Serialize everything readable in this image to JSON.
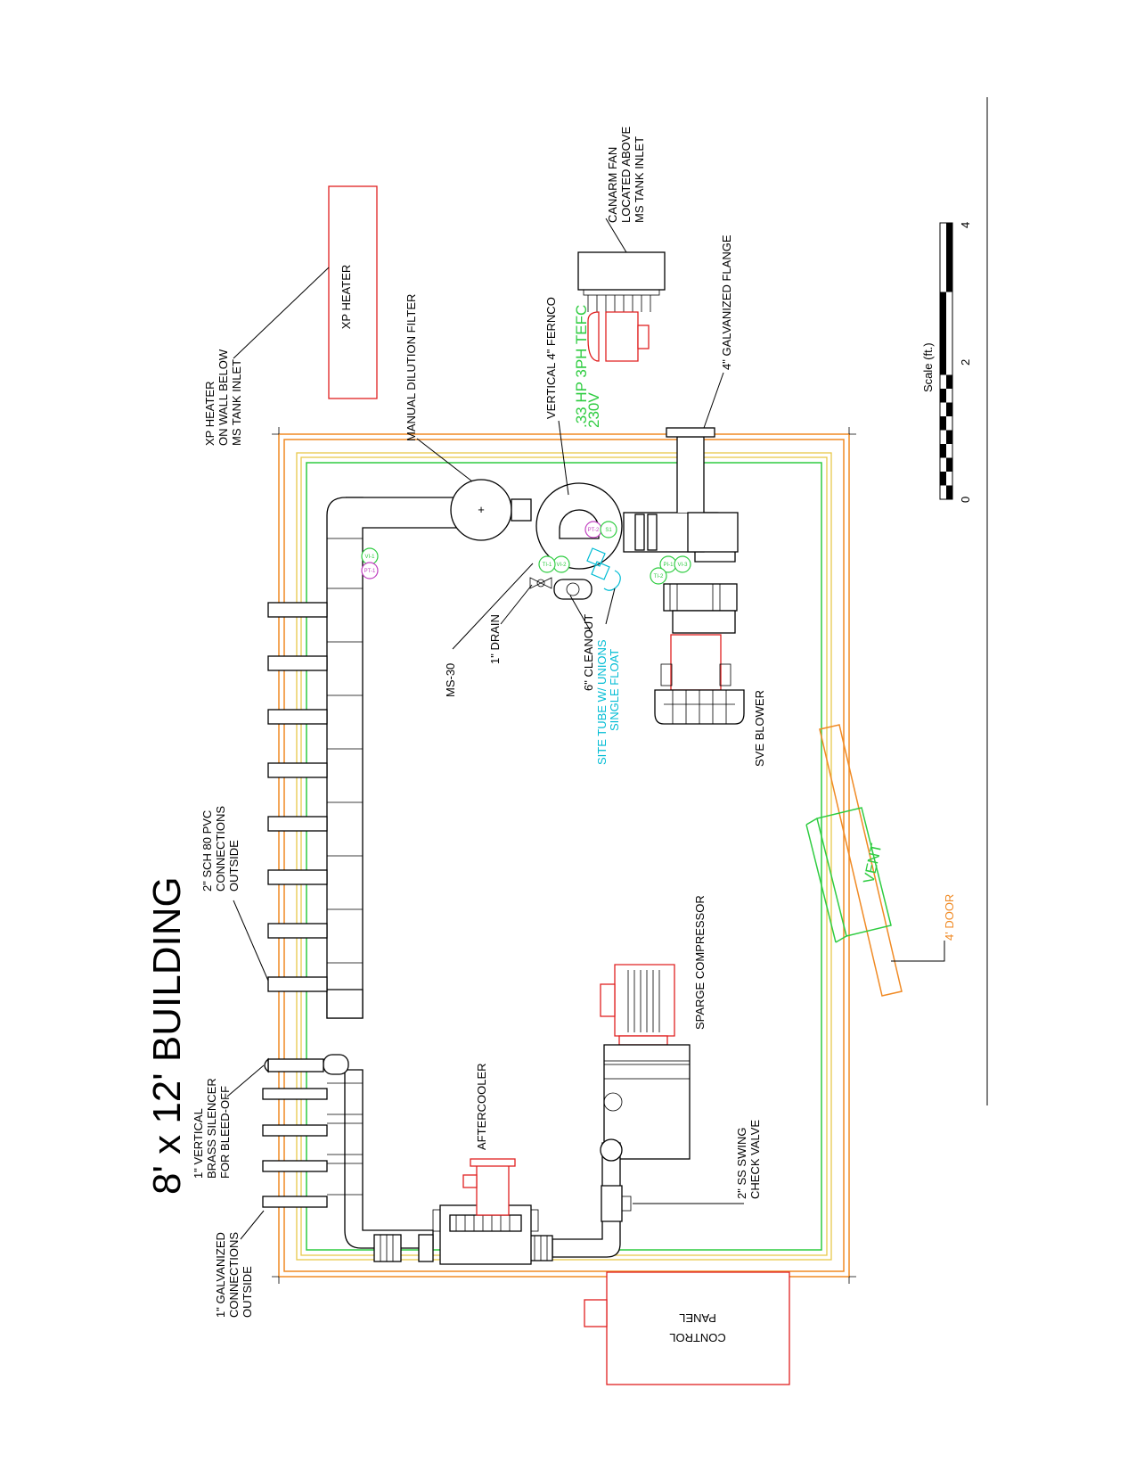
{
  "title": "8' x 12' BUILDING",
  "labels": {
    "xp_heater_box": "XP HEATER",
    "xp_heater_note": [
      "XP HEATER",
      "ON WALL BELOW",
      "MS TANK INLET"
    ],
    "manual_dilution_filter": "MANUAL DILUTION FILTER",
    "vertical_fernco": "VERTICAL 4\" FERNCO",
    "motor_spec": [
      ".33 HP 3PH TEFC",
      "230V"
    ],
    "canarm_fan": [
      "CANARM FAN",
      "LOCATED ABOVE",
      "MS TANK INLET"
    ],
    "galvanized_flange": "4\" GALVANIZED FLANGE",
    "ms30": "MS-30",
    "drain": "1\" DRAIN",
    "cleanout": "6\" CLEANOUT",
    "site_tube": [
      "SITE TUBE W/ UNIONS",
      "SINGLE FLOAT"
    ],
    "sve_blower": "SVE BLOWER",
    "vent": "VENT",
    "door": "4' DOOR",
    "sch80": [
      "2\" SCH 80 PVC",
      "CONNECTIONS",
      "OUTSIDE"
    ],
    "sparge_compressor": "SPARGE COMPRESSOR",
    "aftercooler": "AFTERCOOLER",
    "check_valve": [
      "2\" SS SWING",
      "CHECK VALVE"
    ],
    "brass_silencer": [
      "1\" VERTICAL",
      "BRASS SILENCER",
      "FOR BLEED-OFF"
    ],
    "galv_connections": [
      "1\" GALVANIZED",
      "CONNECTIONS",
      "OUTSIDE"
    ],
    "control_panel": [
      "CONTROL",
      "PANEL"
    ]
  },
  "gauges": [
    "VI-1",
    "PT-1",
    "VI-2",
    "TI-1",
    "PI-1",
    "VI-3",
    "TI-2",
    "PT-2",
    "S1"
  ],
  "scale": {
    "title": "Scale (ft.)",
    "ticks": [
      "0",
      "2",
      "4"
    ]
  }
}
